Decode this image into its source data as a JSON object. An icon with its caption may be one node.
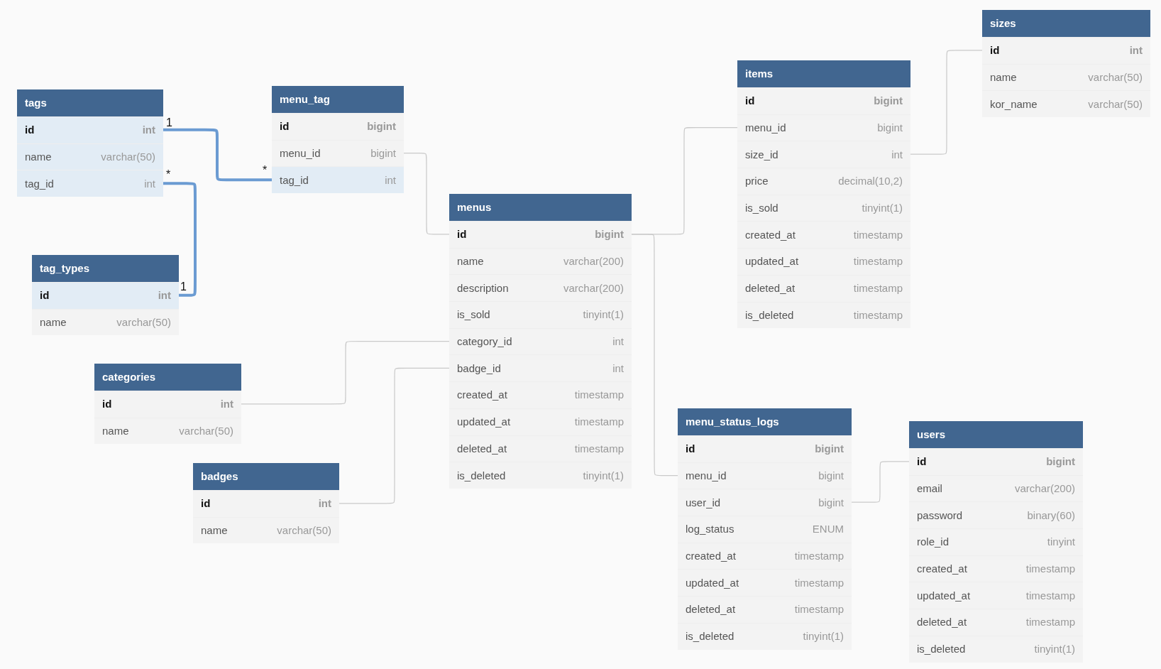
{
  "diagram": {
    "nodes": [
      {
        "text": [
          "tags"
        ]
      },
      {
        "text": [
          "id",
          "int"
        ],
        "in": 0
      },
      {
        "text": [
          "name",
          "varchar(50)"
        ],
        "in": 0
      },
      {
        "text": [
          "tag_id",
          "int"
        ],
        "in": 0
      },
      {
        "text": [
          "tag_types"
        ]
      },
      {
        "text": [
          "id",
          "int"
        ],
        "in": 4
      },
      {
        "text": [
          "name",
          "varchar(50)"
        ],
        "in": 4
      },
      {
        "text": [
          "categories"
        ]
      },
      {
        "text": [
          "id",
          "int"
        ],
        "in": 7
      },
      {
        "text": [
          "name",
          "varchar(50)"
        ],
        "in": 7
      },
      {
        "text": [
          "badges"
        ]
      },
      {
        "text": [
          "id",
          "int"
        ],
        "in": 10
      },
      {
        "text": [
          "name",
          "varchar(50)"
        ],
        "in": 10
      },
      {
        "text": [
          "menu_tag"
        ]
      },
      {
        "text": [
          "id",
          "bigint"
        ],
        "in": 13
      },
      {
        "text": [
          "menu_id",
          "bigint"
        ],
        "in": 13
      },
      {
        "text": [
          "tag_id",
          "int"
        ],
        "in": 13
      },
      {
        "text": [
          "menus"
        ]
      },
      {
        "text": [
          "id",
          "bigint"
        ],
        "in": 17
      },
      {
        "text": [
          "name",
          "varchar(200)"
        ],
        "in": 17
      },
      {
        "text": [
          "description",
          "varchar(200)"
        ],
        "in": 17
      },
      {
        "text": [
          "is_sold",
          "tinyint(1)"
        ],
        "in": 17
      },
      {
        "text": [
          "category_id",
          "int"
        ],
        "in": 17
      },
      {
        "text": [
          "badge_id",
          "int"
        ],
        "in": 17
      },
      {
        "text": [
          "created_at",
          "timestamp"
        ],
        "in": 17
      },
      {
        "text": [
          "updated_at",
          "timestamp"
        ],
        "in": 17
      },
      {
        "text": [
          "deleted_at",
          "timestamp"
        ],
        "in": 17
      },
      {
        "text": [
          "is_deleted",
          "tinyint(1)"
        ],
        "in": 17
      },
      {
        "text": [
          "items"
        ]
      },
      {
        "text": [
          "id",
          "bigint"
        ],
        "in": 28
      },
      {
        "text": [
          "menu_id",
          "bigint"
        ],
        "in": 28
      },
      {
        "text": [
          "size_id",
          "int"
        ],
        "in": 28
      },
      {
        "text": [
          "price",
          "decimal(10,2)"
        ],
        "in": 28
      },
      {
        "text": [
          "is_sold",
          "tinyint(1)"
        ],
        "in": 28
      },
      {
        "text": [
          "created_at",
          "timestamp"
        ],
        "in": 28
      },
      {
        "text": [
          "updated_at",
          "timestamp"
        ],
        "in": 28
      },
      {
        "text": [
          "deleted_at",
          "timestamp"
        ],
        "in": 28
      },
      {
        "text": [
          "is_deleted",
          "timestamp"
        ],
        "in": 28
      },
      {
        "text": [
          "menu_status_logs"
        ]
      },
      {
        "text": [
          "id",
          "bigint"
        ],
        "in": 38
      },
      {
        "text": [
          "menu_id",
          "bigint"
        ],
        "in": 38
      },
      {
        "text": [
          "user_id",
          "bigint"
        ],
        "in": 38
      },
      {
        "text": [
          "log_status",
          "ENUM"
        ],
        "in": 38
      },
      {
        "text": [
          "created_at",
          "timestamp"
        ],
        "in": 38
      },
      {
        "text": [
          "updated_at",
          "timestamp"
        ],
        "in": 38
      },
      {
        "text": [
          "deleted_at",
          "timestamp"
        ],
        "in": 38
      },
      {
        "text": [
          "is_deleted",
          "tinyint(1)"
        ],
        "in": 38
      },
      {
        "text": [
          "sizes"
        ]
      },
      {
        "text": [
          "id",
          "int"
        ],
        "in": 47
      },
      {
        "text": [
          "name",
          "varchar(50)"
        ],
        "in": 47
      },
      {
        "text": [
          "kor_name",
          "varchar(50)"
        ],
        "in": 47
      },
      {
        "text": [
          "users"
        ]
      },
      {
        "text": [
          "id",
          "bigint"
        ],
        "in": 51
      },
      {
        "text": [
          "email",
          "varchar(200)"
        ],
        "in": 51
      },
      {
        "text": [
          "password",
          "binary(60)"
        ],
        "in": 51
      },
      {
        "text": [
          "role_id",
          "tinyint"
        ],
        "in": 51
      },
      {
        "text": [
          "created_at",
          "timestamp"
        ],
        "in": 51
      },
      {
        "text": [
          "updated_at",
          "timestamp"
        ],
        "in": 51
      },
      {
        "text": [
          "deleted_at",
          "timestamp"
        ],
        "in": 51
      },
      {
        "text": [
          "is_deleted",
          "tinyint(1)"
        ],
        "in": 51
      }
    ],
    "edges": [
      {
        "from": 16,
        "to": 1,
        "arrow": "none",
        "style": "thick",
        "color": "#6b9bd2"
      },
      {
        "from": 3,
        "to": 5,
        "arrow": "none",
        "style": "thick",
        "color": "#6b9bd2"
      },
      {
        "from": 15,
        "to": 18,
        "arrow": "none"
      },
      {
        "from": 22,
        "to": 8,
        "arrow": "none"
      },
      {
        "from": 23,
        "to": 11,
        "arrow": "none"
      },
      {
        "from": 30,
        "to": 18,
        "arrow": "none"
      },
      {
        "from": 40,
        "to": 18,
        "arrow": "none"
      },
      {
        "from": 31,
        "to": 48,
        "arrow": "none"
      },
      {
        "from": 41,
        "to": 52,
        "arrow": "none"
      }
    ],
    "labels": [
      "1",
      "*",
      "*",
      "1"
    ]
  }
}
